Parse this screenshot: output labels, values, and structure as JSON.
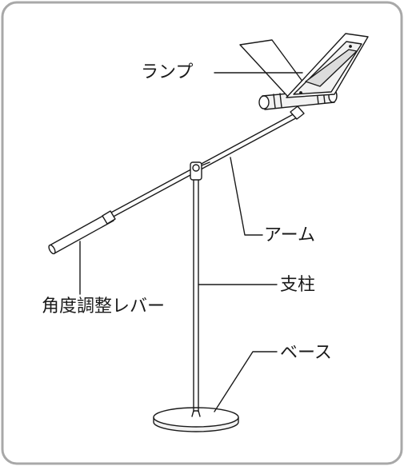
{
  "labels": {
    "lamp": "ランプ",
    "arm": "アーム",
    "pole": "支柱",
    "lever": "角度調整レバー",
    "base": "ベース"
  },
  "colors": {
    "frame_border": "#a8a8a8",
    "line": "#1a1a1a",
    "fill_light": "#f2f2f2",
    "fill_mid": "#dcdcdc"
  }
}
